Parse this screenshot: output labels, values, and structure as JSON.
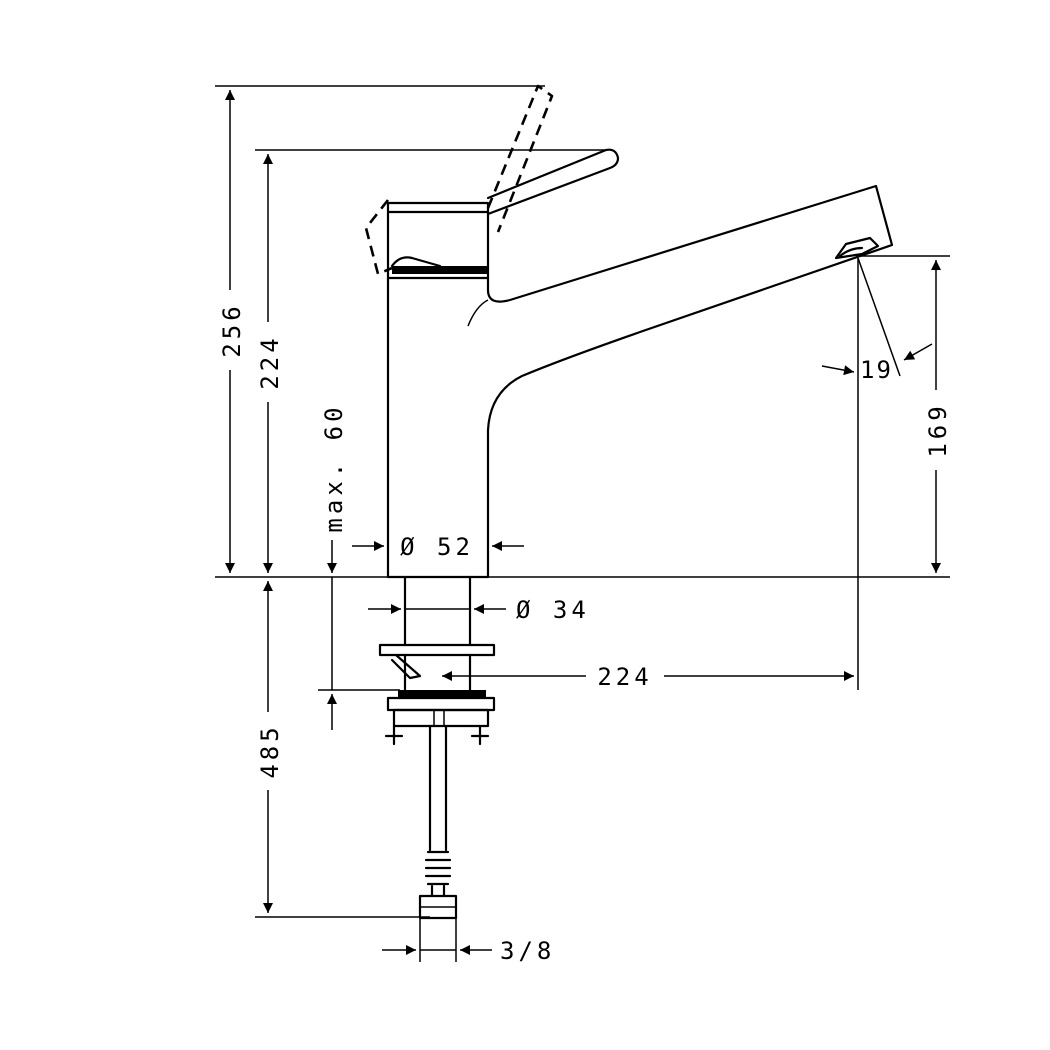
{
  "dimensions": {
    "total_height_lever_open": "256",
    "height_lever_closed": "224",
    "max_counter_thickness": "max. 60",
    "body_diameter": "Ø 52",
    "shank_diameter": "Ø 34",
    "spout_reach": "224",
    "spout_height": "169",
    "spout_angle": "19",
    "hose_length": "485",
    "connection_size": "3/8"
  },
  "colors": {
    "line": "#000000",
    "background": "#ffffff"
  }
}
